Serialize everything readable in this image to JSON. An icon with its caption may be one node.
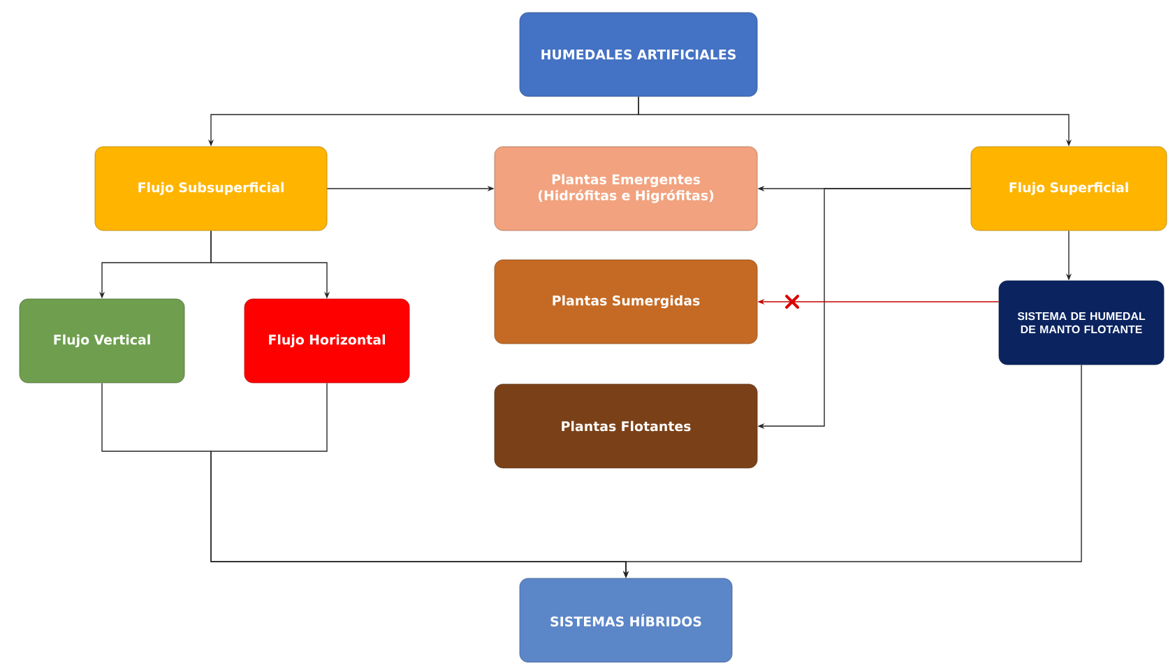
{
  "diagram": {
    "nodes": [
      {
        "text": [
          "HUMEDALES ARTIFICIALES"
        ]
      },
      {
        "text": [
          "Flujo Subsuperficial"
        ]
      },
      {
        "text": [
          "Plantas Emergentes",
          "(Hidrófitas e Higrófitas)"
        ]
      },
      {
        "text": [
          "Flujo Superficial"
        ]
      },
      {
        "text": [
          "Plantas Sumergidas"
        ]
      },
      {
        "text": [
          "Flujo Vertical"
        ]
      },
      {
        "text": [
          "Flujo Horizontal"
        ]
      },
      {
        "text": [
          "SISTEMA DE HUMEDAL DE MANTO FLOTANTE"
        ]
      },
      {
        "text": [
          "Plantas Flotantes"
        ]
      },
      {
        "text": [
          "SISTEMAS HÍBRIDOS"
        ]
      }
    ],
    "edges": [
      {
        "from": 0,
        "to": 1,
        "arrow": "to"
      },
      {
        "from": 0,
        "to": 3,
        "arrow": "to"
      },
      {
        "from": 1,
        "to": 2,
        "arrow": "to"
      },
      {
        "from": 3,
        "to": 2,
        "arrow": "to"
      },
      {
        "from": 3,
        "to": 8,
        "arrow": "to"
      },
      {
        "from": 1,
        "to": 5,
        "arrow": "to"
      },
      {
        "from": 1,
        "to": 6,
        "arrow": "to"
      },
      {
        "from": 3,
        "to": 7,
        "arrow": "to"
      },
      {
        "from": 7,
        "to": 4,
        "arrow": "to",
        "color": "#c00000"
      },
      {
        "from": 5,
        "to": 9,
        "arrow": "to"
      },
      {
        "from": 6,
        "to": 9,
        "arrow": "to"
      },
      {
        "from": 7,
        "to": 9,
        "arrow": "to"
      }
    ]
  }
}
